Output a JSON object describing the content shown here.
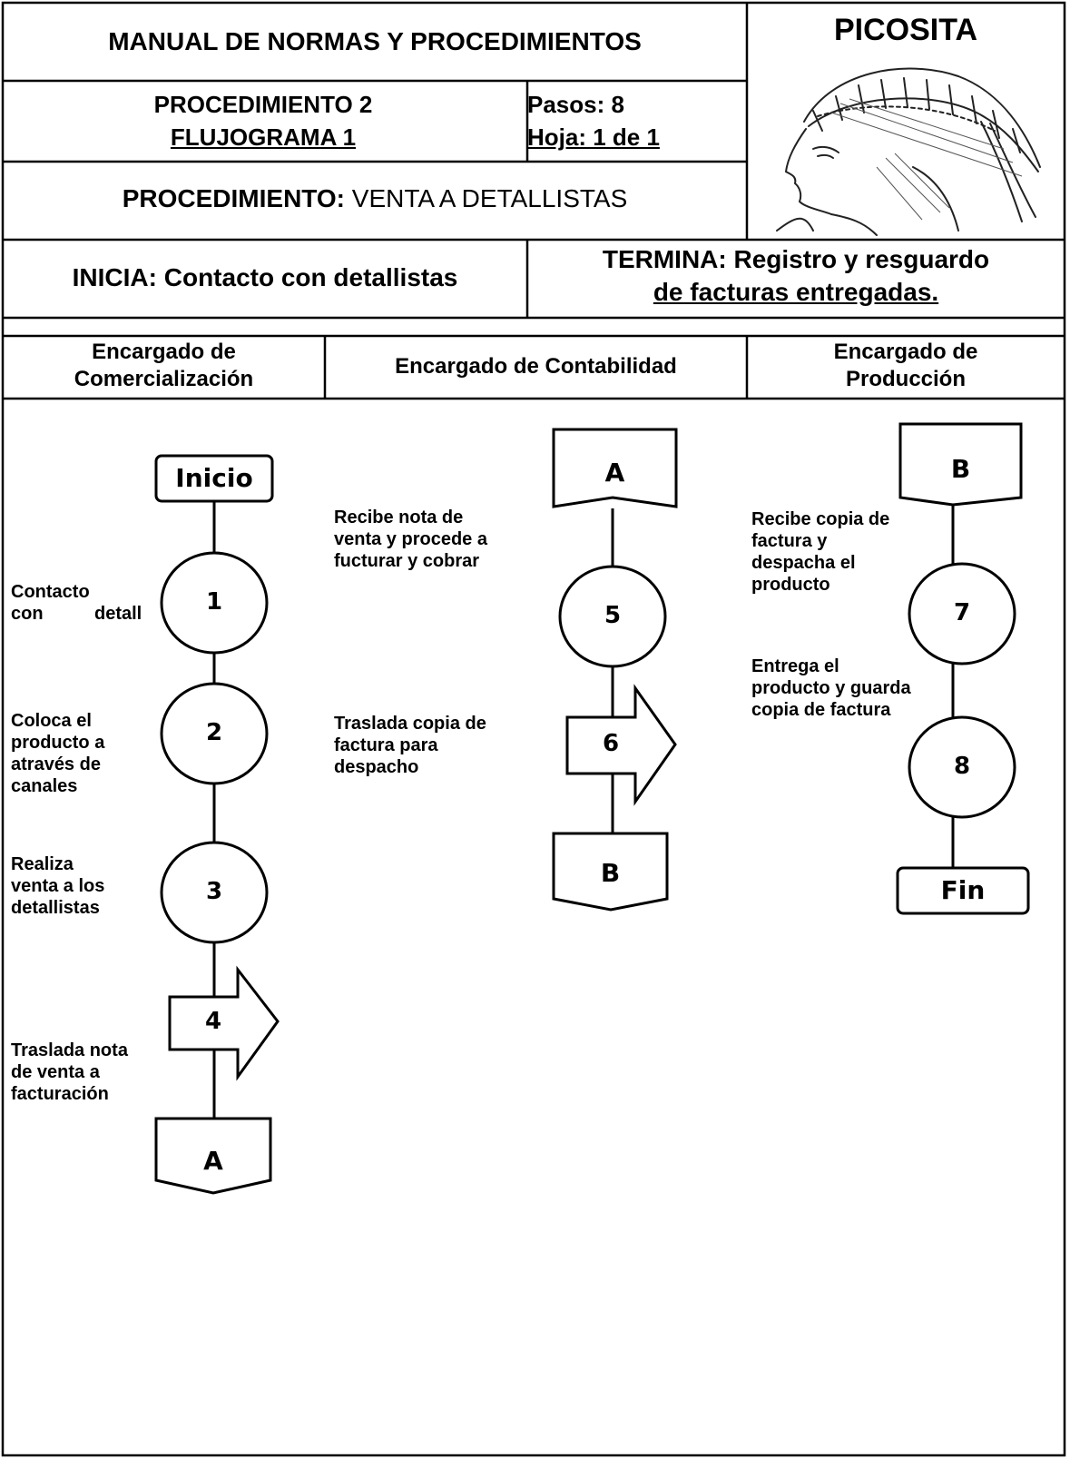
{
  "header": {
    "manual_title": "MANUAL DE NORMAS Y PROCEDIMIENTOS",
    "company": "PICOSITA",
    "procedure_no": "PROCEDIMIENTO 2",
    "flowchart_no": "FLUJOGRAMA 1",
    "steps": "Pasos: 8",
    "sheet": "Hoja: 1 de 1",
    "procedure_label": "PROCEDIMIENTO:",
    "procedure_name": "VENTA A DETALLISTAS",
    "starts": "INICIA: Contacto con detallistas",
    "ends_line1": "TERMINA: Registro y resguardo",
    "ends_line2": "de facturas entregadas.",
    "logo_icon": "indigenous-portrait-drawing"
  },
  "lanes": [
    {
      "line1": "Encargado de",
      "line2": "Comercialización"
    },
    {
      "line1": "Encargado de Contabilidad",
      "line2": ""
    },
    {
      "line1": "Encargado de",
      "line2": "Producción"
    }
  ],
  "flow": {
    "start_label": "Inicio",
    "end_label": "Fin",
    "connectors": [
      "A",
      "A",
      "B",
      "B"
    ],
    "steps": [
      "1",
      "2",
      "3",
      "4",
      "5",
      "6",
      "7",
      "8"
    ],
    "descriptions": {
      "d1a": "Contacto",
      "d1b": "con",
      "d1c": "detall",
      "d2": [
        "Coloca el",
        "producto a",
        "através de",
        "canales"
      ],
      "d3": [
        "Realiza",
        "venta a los",
        "detallistas"
      ],
      "d4": [
        "Traslada nota",
        "de venta a",
        "facturación"
      ],
      "d5": [
        "Recibe nota de",
        "venta y procede a",
        "fucturar y cobrar"
      ],
      "d6": [
        "Traslada copia de",
        "factura para",
        "despacho"
      ],
      "d7": [
        "Recibe copia de",
        "factura y",
        "despacha el",
        "producto"
      ],
      "d8": [
        "Entrega el",
        "producto y guarda",
        "copia de factura"
      ]
    }
  }
}
